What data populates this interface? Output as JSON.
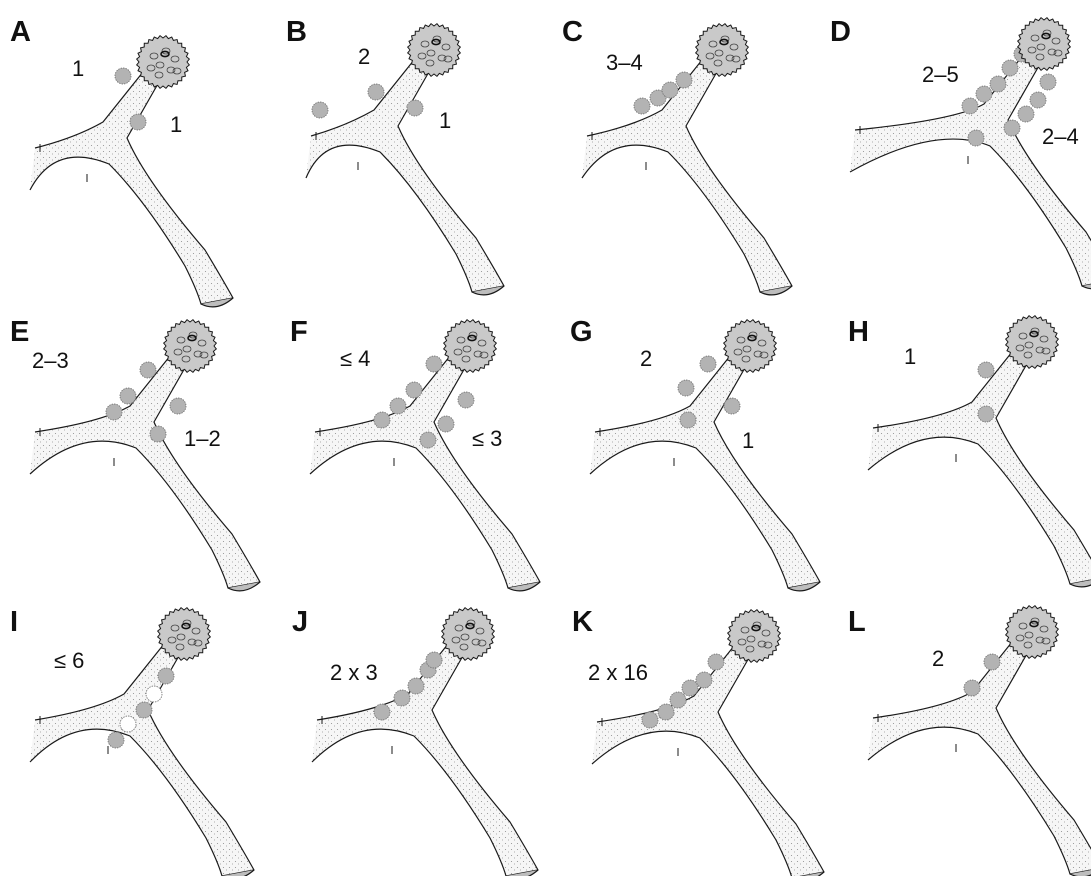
{
  "figure": {
    "colors": {
      "background": "#ffffff",
      "outline": "#1a1a1a",
      "hypha_fill": "#f6f6f6",
      "stipple": "#8a8a8a",
      "spore_fill": "#b3b3b3",
      "ampulla_fill": "#c9c9c9",
      "hollow_spore_fill": "#ffffff",
      "base_fill": "#bdbdbd"
    },
    "panels": [
      {
        "letter": "A",
        "labels": [
          "1",
          "1"
        ],
        "spore_arrangement": "one spore on upper side, one spore on lower side of branch"
      },
      {
        "letter": "B",
        "labels": [
          "2",
          "1"
        ],
        "spore_arrangement": "two spores upper side, one spore lower side"
      },
      {
        "letter": "C",
        "labels": [
          "3–4"
        ],
        "spore_arrangement": "row of spores along upper side only"
      },
      {
        "letter": "D",
        "labels": [
          "2–5",
          "2–4"
        ],
        "spore_arrangement": "rows of spores on both sides"
      },
      {
        "letter": "E",
        "labels": [
          "2–3",
          "1–2"
        ],
        "spore_arrangement": "spores on both sides"
      },
      {
        "letter": "F",
        "labels": [
          "≤ 4",
          "≤ 3"
        ],
        "spore_arrangement": "spores on both sides"
      },
      {
        "letter": "G",
        "labels": [
          "2",
          "1"
        ],
        "spore_arrangement": "two spores upper side, one lower side"
      },
      {
        "letter": "H",
        "labels": [
          "1"
        ],
        "spore_arrangement": "single spores on branch"
      },
      {
        "letter": "I",
        "labels": [
          "≤ 6"
        ],
        "spore_arrangement": "chain of hollow and filled spores on lower side"
      },
      {
        "letter": "J",
        "labels": [
          "2 x 3"
        ],
        "spore_arrangement": "paired row of spores along upper side"
      },
      {
        "letter": "K",
        "labels": [
          "2 x 16"
        ],
        "spore_arrangement": "long paired row of spores along upper side"
      },
      {
        "letter": "L",
        "labels": [
          "2"
        ],
        "spore_arrangement": "two spores on upper side"
      }
    ]
  }
}
